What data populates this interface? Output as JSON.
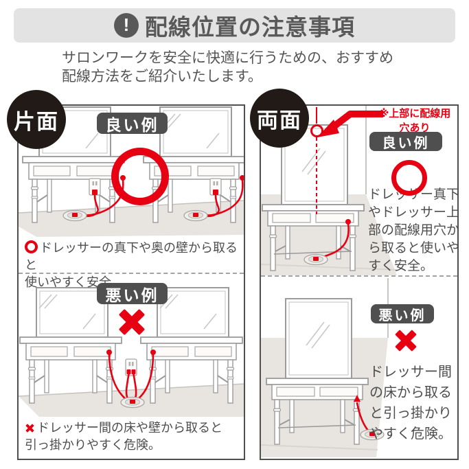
{
  "colors": {
    "accent_red": "#e60012",
    "badge_gray": "#4f4f4f",
    "tag_black": "#211a16",
    "header_band_gray": "#e3e3e3",
    "line_art_gray": "#9b9b9b",
    "floor_gray": "#e8e5e1"
  },
  "header": {
    "icon": "exclamation-icon",
    "icon_glyph": "!",
    "title": "配線位置の注意事項"
  },
  "intro": {
    "text": "サロンワークを安全に快適に行うための、おすすめ\n配線方法をご紹介いたします。"
  },
  "panels": {
    "left": {
      "tag": "片面",
      "good": {
        "badge": "良い例",
        "mark": "circle-mark",
        "caption_icon": "double-circle-icon",
        "caption": "ドレッサーの真下や奥の壁から取ると\n使いやすく安全。"
      },
      "bad": {
        "badge": "悪い例",
        "mark": "cross-mark",
        "caption_icon": "cross-icon",
        "caption": "ドレッサー間の床や壁から取ると\n引っ掛かりやすく危険。"
      }
    },
    "right": {
      "tag": "両面",
      "note": "※上部に配線用\n穴あり",
      "note_icon": "arrow-down-left-icon",
      "good": {
        "badge": "良い例",
        "mark": "circle-mark",
        "caption": "ドレッサー真下\nやドレッサー上\n部の配線用穴か\nら取ると使いや\nすく安全。"
      },
      "bad": {
        "badge": "悪い例",
        "mark": "cross-mark",
        "caption": "ドレッサー間\nの床から取る\nと引っ掛かり\nやすく危険。"
      }
    }
  }
}
